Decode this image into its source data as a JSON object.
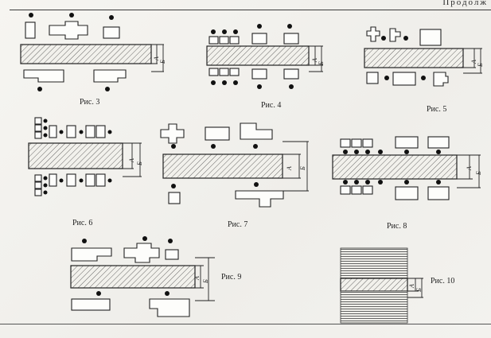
{
  "header": {
    "text": "Продолж"
  },
  "figures": [
    {
      "caption": "Рис. 3",
      "dim_a": "А",
      "dim_b": "Б"
    },
    {
      "caption": "Рис. 4",
      "dim_a": "А",
      "dim_b": "Б"
    },
    {
      "caption": "Рис. 5",
      "dim_a": "А",
      "dim_b": "Б"
    },
    {
      "caption": "Рис. 6",
      "dim_a": "А",
      "dim_b": "Б"
    },
    {
      "caption": "Рис. 7",
      "dim_a": "А",
      "dim_b": "Б"
    },
    {
      "caption": "Рис. 8",
      "dim_a": "А",
      "dim_b": "Б"
    },
    {
      "caption": "Рис. 9",
      "dim_a": "А",
      "dim_b": "Б"
    },
    {
      "caption": "Рис. 10",
      "dim_a": "А",
      "dim_b": "Б"
    }
  ]
}
